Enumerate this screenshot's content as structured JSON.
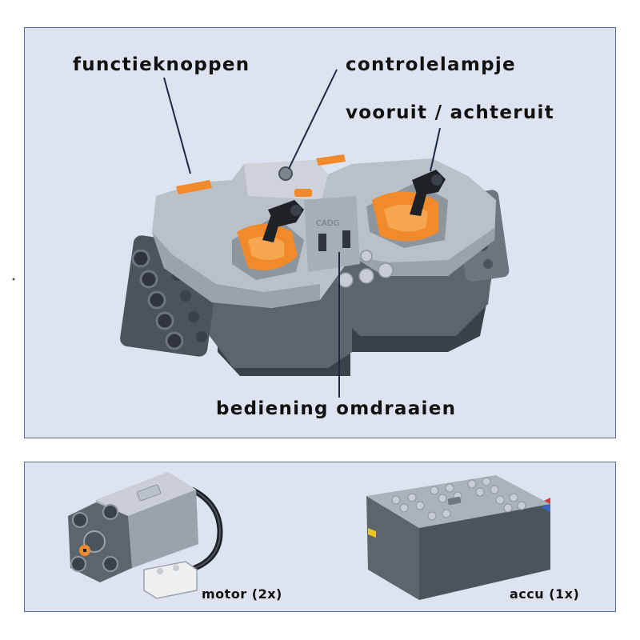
{
  "callouts": {
    "function_buttons": "functieknoppen",
    "indicator_light": "controlelampje",
    "forward_reverse": "vooruit / achteruit",
    "reverse_control": "bediening omdraaien"
  },
  "components": {
    "motor_label": "motor (2x)",
    "battery_label": "accu (1x)"
  },
  "colors": {
    "panel_bg": "#dde3ef",
    "panel_border": "#5a6c95",
    "brick_light": "#b9c0c8",
    "brick_mid": "#8d959e",
    "brick_dark": "#5d646c",
    "brick_darkest": "#3b4148",
    "accent_orange": "#f08a2a",
    "joystick_black": "#1d2226"
  },
  "icons": [
    "remote-control-icon",
    "motor-icon",
    "battery-box-icon"
  ]
}
